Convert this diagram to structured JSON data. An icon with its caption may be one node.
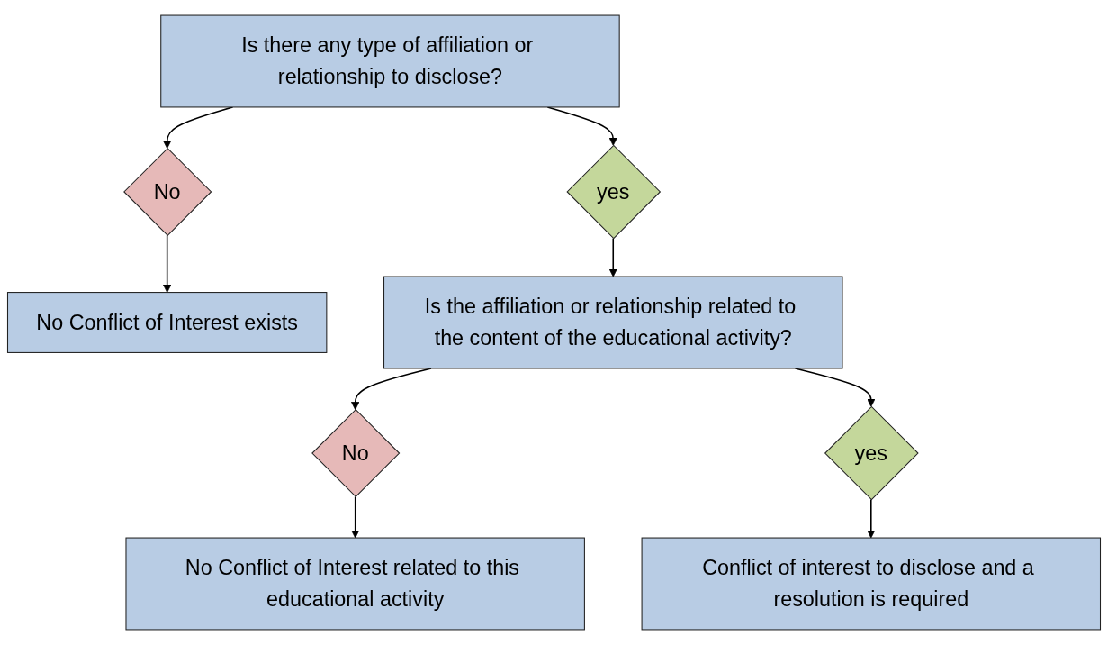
{
  "diagram": {
    "nodes": [
      {
        "text": [
          "Is there any type of affiliation or relationship to disclose?"
        ]
      },
      {
        "text": [
          "No"
        ]
      },
      {
        "text": [
          "No Conflict of Interest exists"
        ]
      },
      {
        "text": [
          "yes"
        ]
      },
      {
        "text": [
          "Is the affiliation or relationship related to the content of the educational activity?"
        ]
      },
      {
        "text": [
          "No"
        ]
      },
      {
        "text": [
          "No Conflict of Interest related to this educational activity"
        ]
      },
      {
        "text": [
          "yes"
        ]
      },
      {
        "text": [
          "Conflict of interest to disclose and a resolution is required"
        ]
      }
    ],
    "edges": [
      {
        "from": 0,
        "to": 1,
        "arrow": "to"
      },
      {
        "from": 1,
        "to": 2,
        "arrow": "to"
      },
      {
        "from": 0,
        "to": 3,
        "arrow": "to"
      },
      {
        "from": 3,
        "to": 4,
        "arrow": "to"
      },
      {
        "from": 4,
        "to": 5,
        "arrow": "to"
      },
      {
        "from": 5,
        "to": 6,
        "arrow": "to"
      },
      {
        "from": 4,
        "to": 7,
        "arrow": "to"
      },
      {
        "from": 7,
        "to": 8,
        "arrow": "to"
      }
    ]
  }
}
